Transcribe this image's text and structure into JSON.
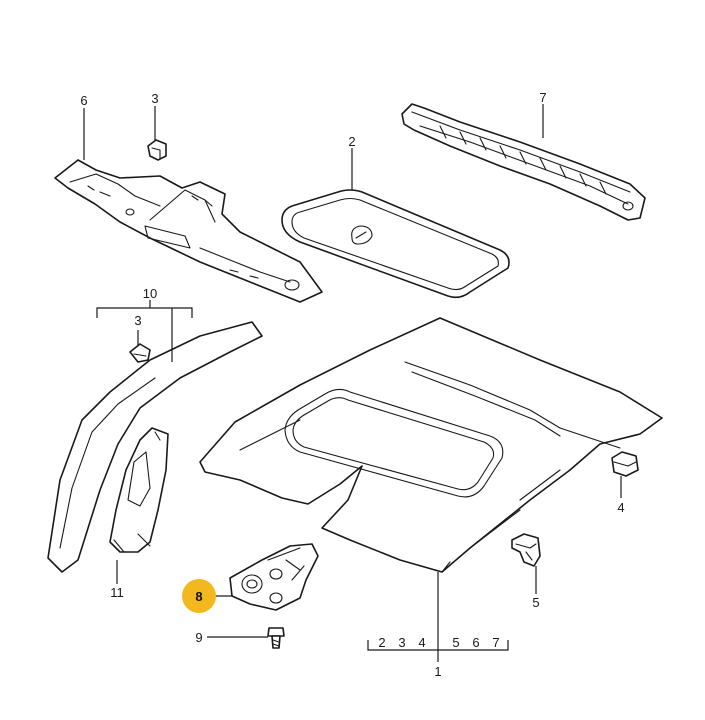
{
  "diagram": {
    "highlight_color": "#f2b81d",
    "line_color": "#1a1a1a",
    "callouts": {
      "c1": "1",
      "c2": "2",
      "c3a": "3",
      "c3b": "3",
      "c4": "4",
      "c5": "5",
      "c6": "6",
      "c7": "7",
      "c8": "8",
      "c9": "9",
      "c10": "10",
      "c11": "11"
    },
    "group_1_labels": [
      "2",
      "3",
      "4",
      "5",
      "6",
      "7"
    ]
  }
}
